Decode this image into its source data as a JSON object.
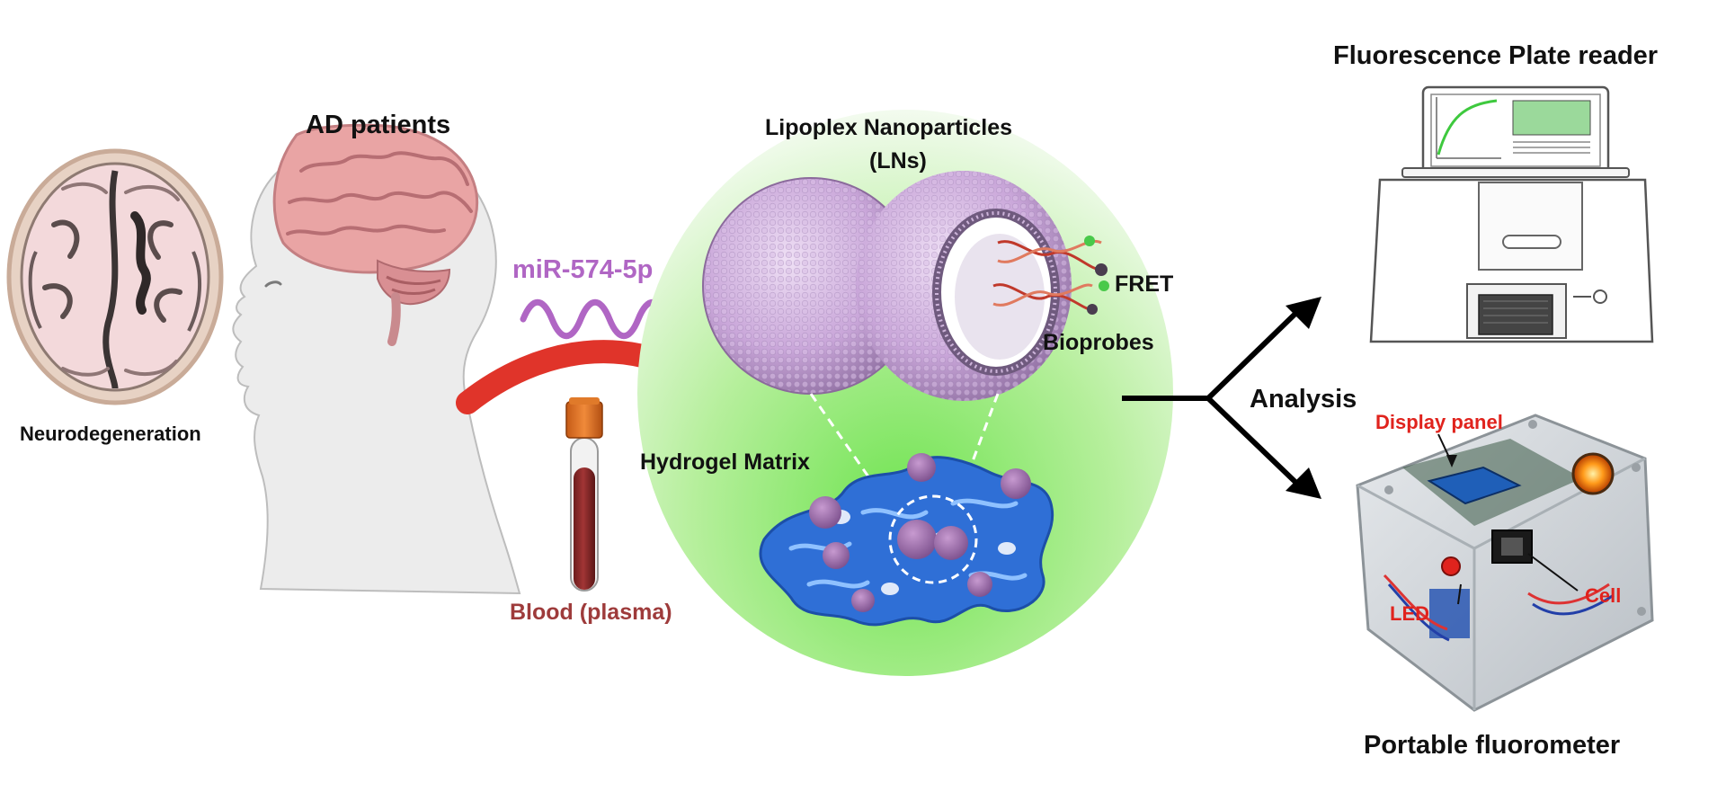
{
  "labels": {
    "neurodegeneration": "Neurodegeneration",
    "ad_patients": "AD patients",
    "mirna": "miR-574-5p",
    "blood": "Blood (plasma)",
    "lipoplex_line1": "Lipoplex Nanoparticles",
    "lipoplex_line2": "(LNs)",
    "fret": "FRET",
    "bioprobes": "Bioprobes",
    "hydrogel": "Hydrogel Matrix",
    "analysis": "Analysis",
    "plate_reader": "Fluorescence Plate reader",
    "display_panel": "Display panel",
    "led": "LED",
    "cell": "Cell",
    "portable": "Portable fluorometer"
  },
  "colors": {
    "mirna": "#b066c4",
    "blood_label": "#9e3b3b",
    "device_labels": "#e0231d",
    "flow_arrow": "#e0342a",
    "ellipse_green": "#6ee34f",
    "hydrogel_blue": "#2f6fd6",
    "lipoplex_pink": "#c9a6d9"
  },
  "icons": {
    "brain_section": "brain-section-icon",
    "head": "human-head-icon",
    "tube": "blood-tube-icon",
    "lipoplex": "lipoplex-nanoparticle-icon",
    "dna": "dna-helix-icon",
    "hydrogel": "hydrogel-matrix-icon",
    "plate_reader": "plate-reader-icon",
    "fluorometer": "portable-fluorometer-icon"
  }
}
